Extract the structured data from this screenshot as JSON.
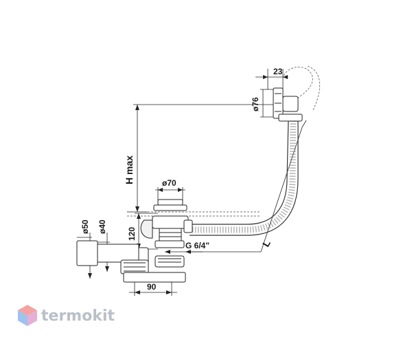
{
  "labels": {
    "h_max": "H max",
    "dim_23": "23",
    "dim_phi76": "ø76",
    "dim_phi70": "ø70",
    "dim_phi50": "ø50",
    "dim_phi40": "ø40",
    "dim_120": "120",
    "dim_g64": "G 6/4\"",
    "dim_L": "L",
    "dim_90": "90"
  },
  "watermark": {
    "text": "termokit",
    "colors": {
      "top": "#f4a3a3",
      "left": "#9ec3ee",
      "right": "#e4b0d6",
      "text": "#b9c0c8"
    }
  }
}
